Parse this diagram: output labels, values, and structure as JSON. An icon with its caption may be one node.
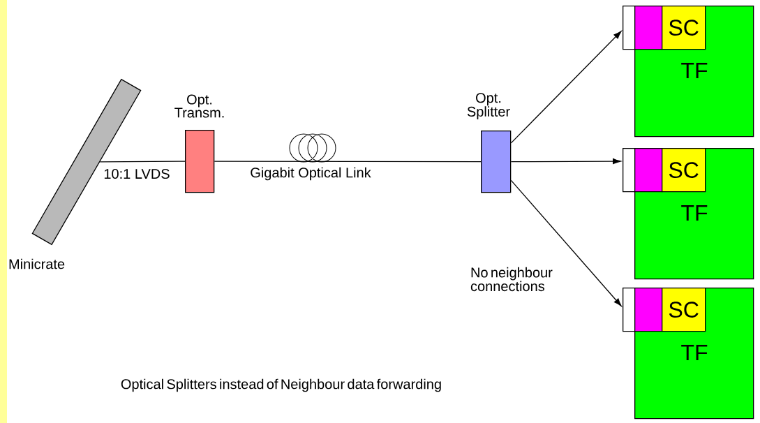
{
  "diagram": {
    "nodes": [
      {
        "text": [
          "Minicrate"
        ]
      },
      {
        "text": [
          "Opt. Transm."
        ]
      },
      {
        "text": [
          "Opt. Splitter"
        ]
      },
      {
        "text": [
          "TF"
        ]
      },
      {
        "text": [],
        "shape": "box"
      },
      {
        "text": [],
        "shape": "box",
        "in": 3
      },
      {
        "text": [
          "SC"
        ],
        "in": 3
      },
      {
        "text": [
          "TF"
        ]
      },
      {
        "text": [],
        "shape": "box"
      },
      {
        "text": [],
        "shape": "box",
        "in": 7
      },
      {
        "text": [
          "SC"
        ],
        "in": 7
      },
      {
        "text": [
          "TF"
        ]
      },
      {
        "text": [],
        "shape": "box"
      },
      {
        "text": [],
        "shape": "box",
        "in": 11
      },
      {
        "text": [
          "SC"
        ],
        "in": 11
      }
    ],
    "edges": [
      {
        "from": 0,
        "to": 1,
        "arrow": "none",
        "label": "10:1 LVDS"
      },
      {
        "from": 1,
        "to": 2,
        "arrow": "none",
        "label": "Gigabit Optical Link"
      },
      {
        "from": 2,
        "to": 4,
        "arrow": "to"
      },
      {
        "from": 2,
        "to": 8,
        "arrow": "to"
      },
      {
        "from": 2,
        "to": 12,
        "arrow": "to"
      }
    ],
    "labels": [
      "No neighbour connections",
      "Optical Splitters instead of Neighbour data forwarding"
    ]
  }
}
